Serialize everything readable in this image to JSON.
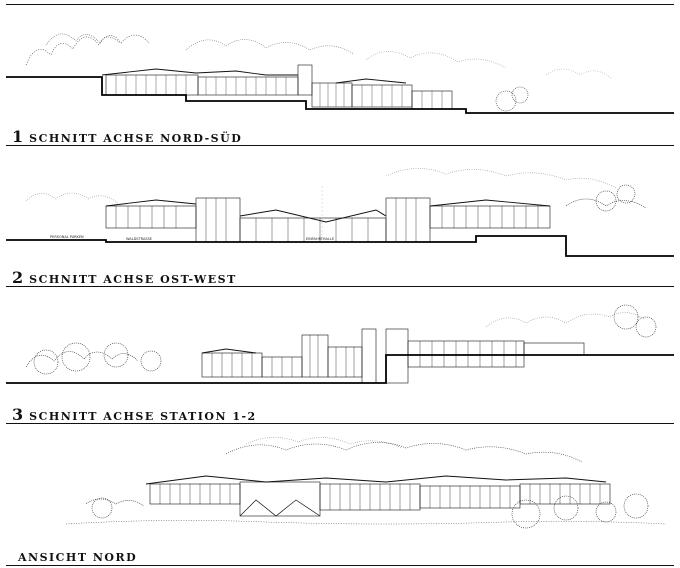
{
  "sections": [
    {
      "number": "1",
      "title": "SCHNITT ACHSE NORD-SÜD"
    },
    {
      "number": "2",
      "title": "SCHNITT ACHSE OST-WEST",
      "labels": [
        "PERSONAL PARKEN",
        "WALDSTRASSE",
        "EINFAHRTHALLE"
      ]
    },
    {
      "number": "3",
      "title": "SCHNITT ACHSE STATION 1-2"
    },
    {
      "number": "",
      "title": "ANSICHT NORD"
    }
  ]
}
